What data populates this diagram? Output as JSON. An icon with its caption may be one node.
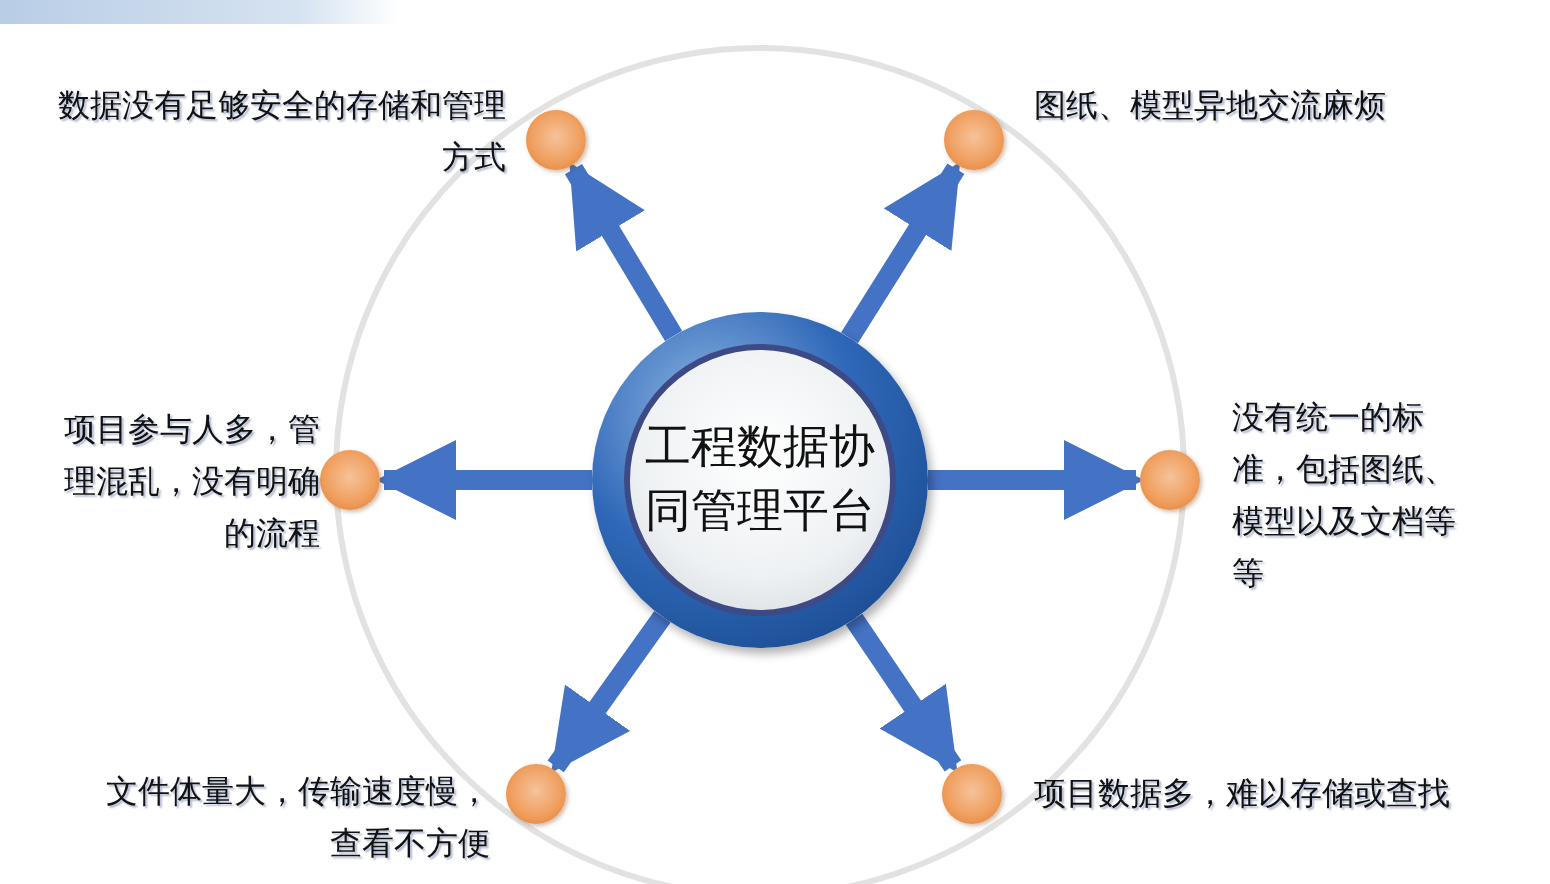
{
  "diagram": {
    "nodes": [
      {
        "text": [
          "工程数据协同管理平台"
        ]
      },
      {
        "text": [
          "数据没有足够安全的存储和管理方式"
        ]
      },
      {
        "text": [
          "图纸、模型异地交流麻烦"
        ]
      },
      {
        "text": [
          "项目参与人多，管理混乱，没有明确的流程"
        ]
      },
      {
        "text": [
          "没有统一的标准，包括图纸、模型以及文档等等"
        ]
      },
      {
        "text": [
          "文件体量大，传输速度慢，查看不方便"
        ]
      },
      {
        "text": [
          "项目数据多，难以存储或查找"
        ]
      }
    ],
    "edges": [
      {
        "from": 0,
        "to": 1,
        "arrow": "to"
      },
      {
        "from": 0,
        "to": 2,
        "arrow": "to"
      },
      {
        "from": 0,
        "to": 3,
        "arrow": "to"
      },
      {
        "from": 0,
        "to": 4,
        "arrow": "to"
      },
      {
        "from": 0,
        "to": 5,
        "arrow": "to"
      },
      {
        "from": 0,
        "to": 6,
        "arrow": "to"
      }
    ]
  }
}
